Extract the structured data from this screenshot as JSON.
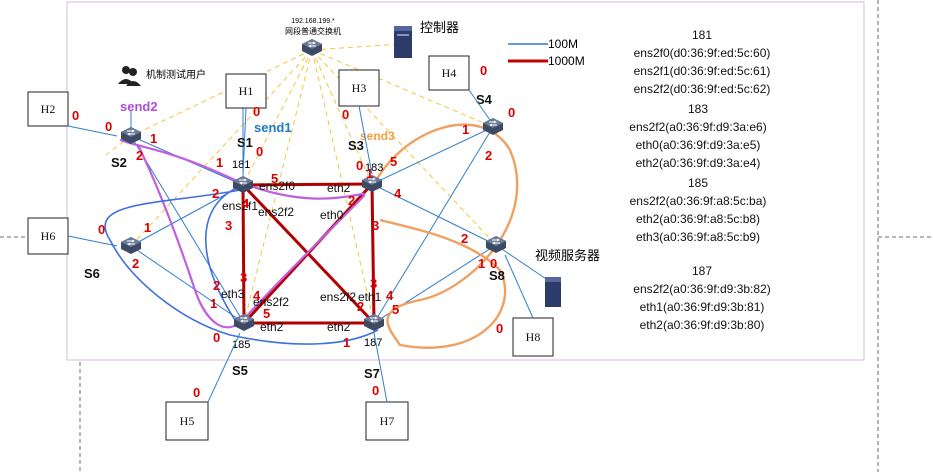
{
  "switch_core": {
    "ip": "192.168.199.*",
    "name": "网段普通交换机"
  },
  "controller": "控制器",
  "control_user": "机制测试用户",
  "video_server": "视频服务器",
  "legend": {
    "line_100m": "100M",
    "line_1000m": "1000M",
    "color_100m": "#2f7fcf",
    "color_1000m": "#c00000"
  },
  "sends": {
    "send1": "send1",
    "send2": "send2",
    "send3": "send3"
  },
  "colors": {
    "send1": "#1f77d0",
    "send2": "#b04cd8",
    "send3": "#f0a040",
    "port": "#dd0000",
    "path_blue": "#4070e0",
    "path_purple": "#c060e0",
    "path_orange": "#f0a060",
    "dashed": "#f5c842"
  },
  "switches": [
    "S1",
    "S2",
    "S3",
    "S4",
    "S5",
    "S6",
    "S7",
    "S8"
  ],
  "hosts": [
    "H1",
    "H2",
    "H3",
    "H4",
    "H5",
    "H6",
    "H7",
    "H8"
  ],
  "switch_ids": {
    "s1": "181",
    "s3": "183",
    "s5": "185",
    "s7": "187"
  },
  "ifaces": {
    "s1_a": "ens2f0",
    "s1_b": "ens2f1",
    "s1_c": "ens2f2",
    "s3_a": "eth2",
    "s3_b": "eth0",
    "s5_a": "eth3",
    "s5_b": "ens2f2",
    "s5_c": "eth2",
    "s7_a": "ens2f2",
    "s7_b": "eth1",
    "s7_c": "eth2"
  },
  "ports": {
    "h1": "0",
    "h2": "0",
    "h3": "0",
    "h4": "0",
    "h5": "0",
    "h6": "0",
    "h7": "0",
    "h8": "0",
    "s1_up": "0",
    "s1_1": "1",
    "s1_5": "5",
    "s1_2": "2",
    "s1_3": "3",
    "s1_4": "4",
    "s2_0": "0",
    "s2_1": "1",
    "s2_2": "2",
    "s3_0": "0",
    "s3_1": "1",
    "s3_5": "5",
    "s3_2": "2",
    "s3_3": "3",
    "s3_4": "4",
    "s4_0": "0",
    "s4_1": "1",
    "s4_2": "2",
    "s5_2": "2",
    "s5_1": "1",
    "s5_3": "3",
    "s5_4": "4",
    "s5_5": "5",
    "s5_0": "0",
    "s6_0": "0",
    "s6_1": "1",
    "s6_2": "2",
    "s7_3": "3",
    "s7_4": "4",
    "s7_2": "2",
    "s7_5": "5",
    "s7_1": "1",
    "s7_0": "0",
    "s8_2": "2",
    "s8_1": "1",
    "s8_0": "0"
  },
  "info": [
    {
      "title": "181",
      "lines": [
        "ens2f0(d0:36:9f:ed:5c:60)",
        "ens2f1(d0:36:9f:ed:5c:61)",
        "ens2f2(d0:36:9f:ed:5c:62)"
      ]
    },
    {
      "title": "183",
      "lines": [
        "ens2f2(a0:36:9f:d9:3a:e6)",
        "eth0(a0:36:9f:d9:3a:e5)",
        "eth2(a0:36:9f:d9:3a:e4)"
      ]
    },
    {
      "title": "185",
      "lines": [
        "ens2f2(a0:36:9f:a8:5c:ba)",
        "eth2(a0:36:9f:a8:5c:b8)",
        "eth3(a0:36:9f:a8:5c:b9)"
      ]
    },
    {
      "title": "187",
      "lines": [
        "ens2f2(a0:36:9f:d9:3b:82)",
        "eth1(a0:36:9f:d9:3b:81)",
        "eth2(a0:36:9f:d9:3b:80)"
      ]
    }
  ]
}
